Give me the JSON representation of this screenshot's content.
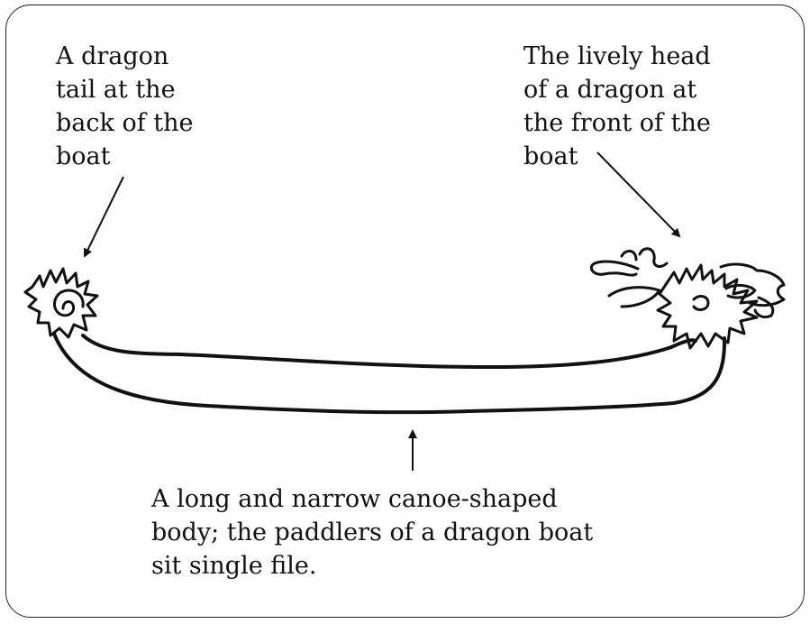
{
  "labels": {
    "tail": "A dragon\ntail at the\nback of the\nboat",
    "head": " The lively head\nof a dragon at\nthe front of the\nboat",
    "body": "A long and narrow canoe-shaped\nbody; the paddlers of a dragon boat\nsit single file."
  },
  "colors": {
    "ink": "#111111",
    "frame": "#222222",
    "background": "#ffffff"
  }
}
